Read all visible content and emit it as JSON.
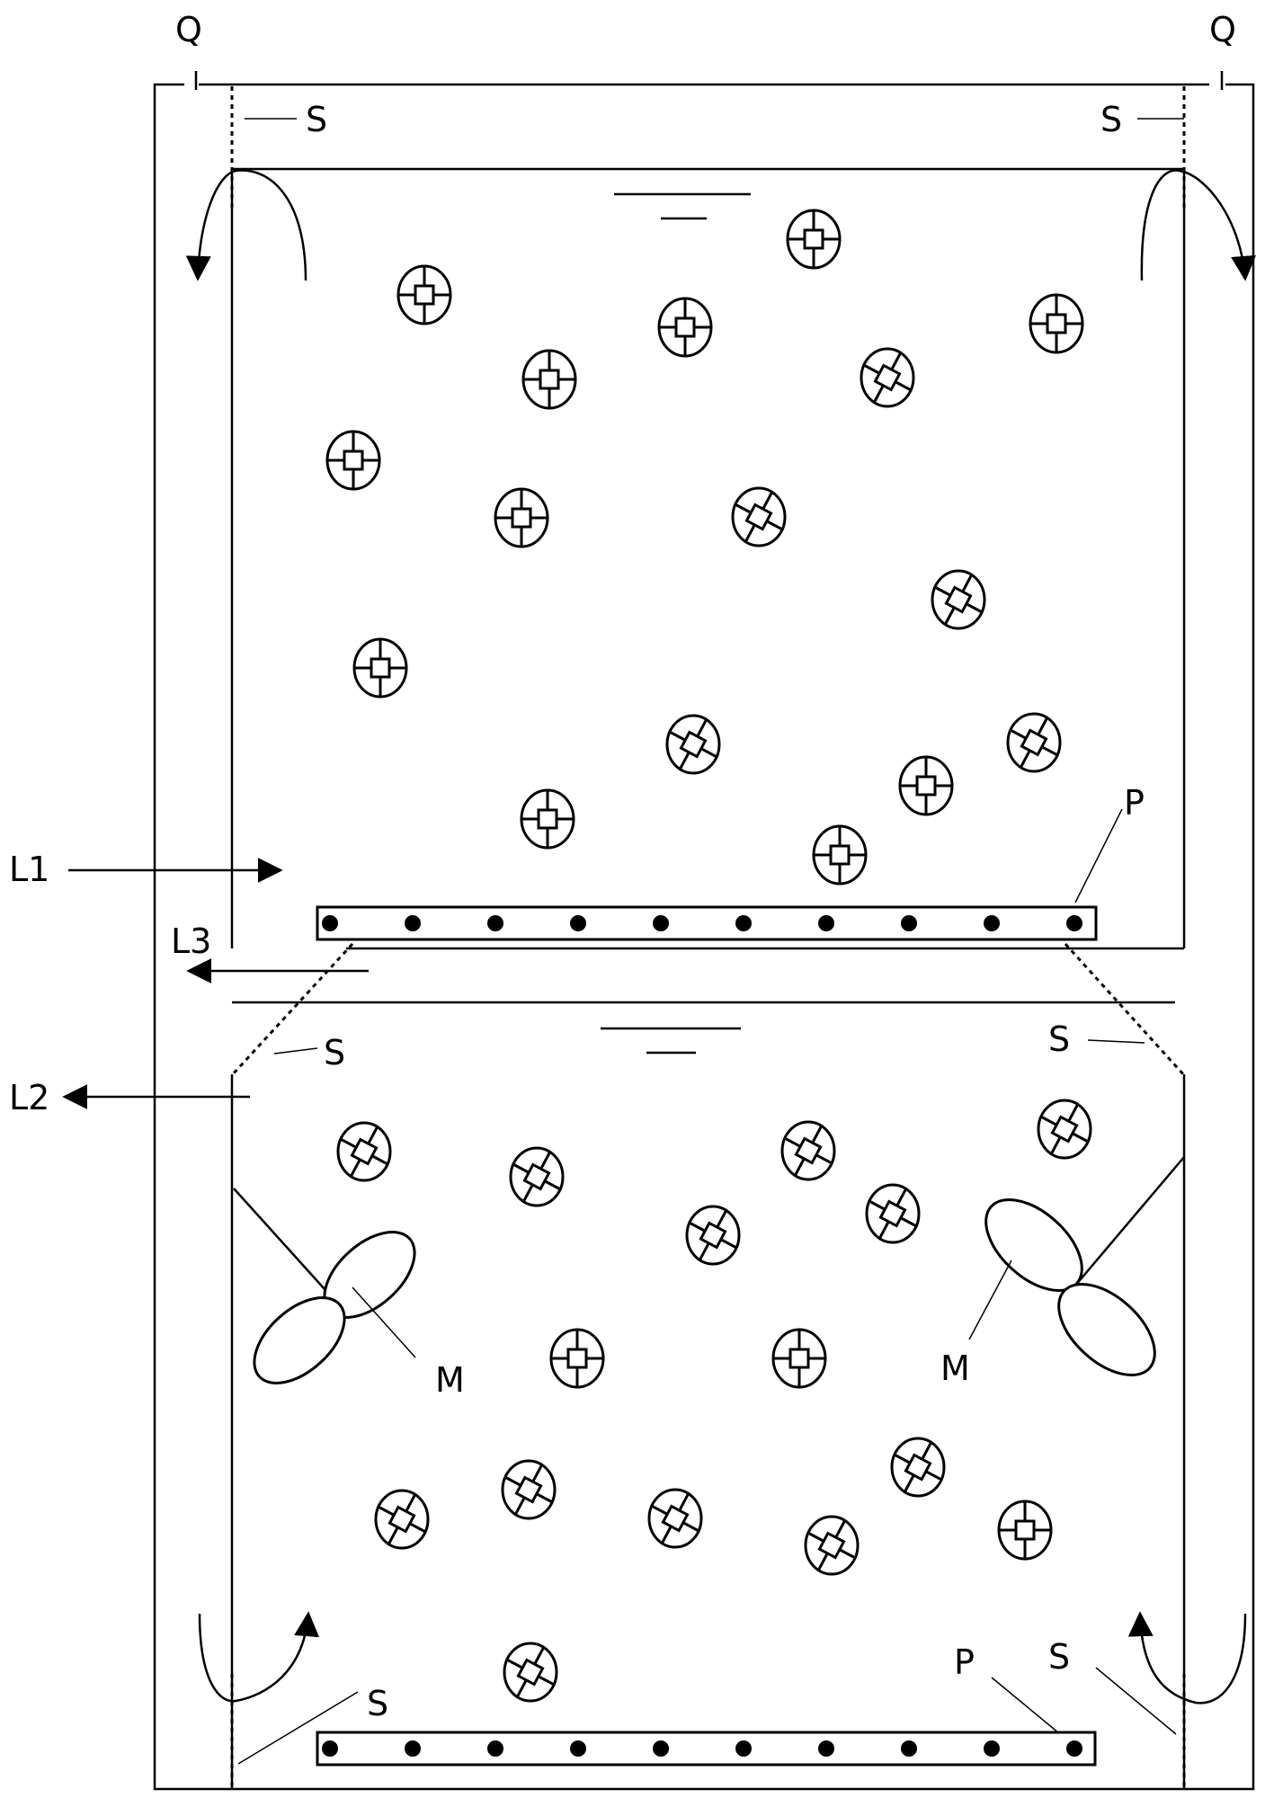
{
  "labels": {
    "Q": "Q",
    "S": "S",
    "L1": "L1",
    "L2": "L2",
    "L3": "L3",
    "P": "P",
    "M": "M"
  },
  "colors": {
    "stroke": "#000000",
    "background": "#ffffff"
  }
}
